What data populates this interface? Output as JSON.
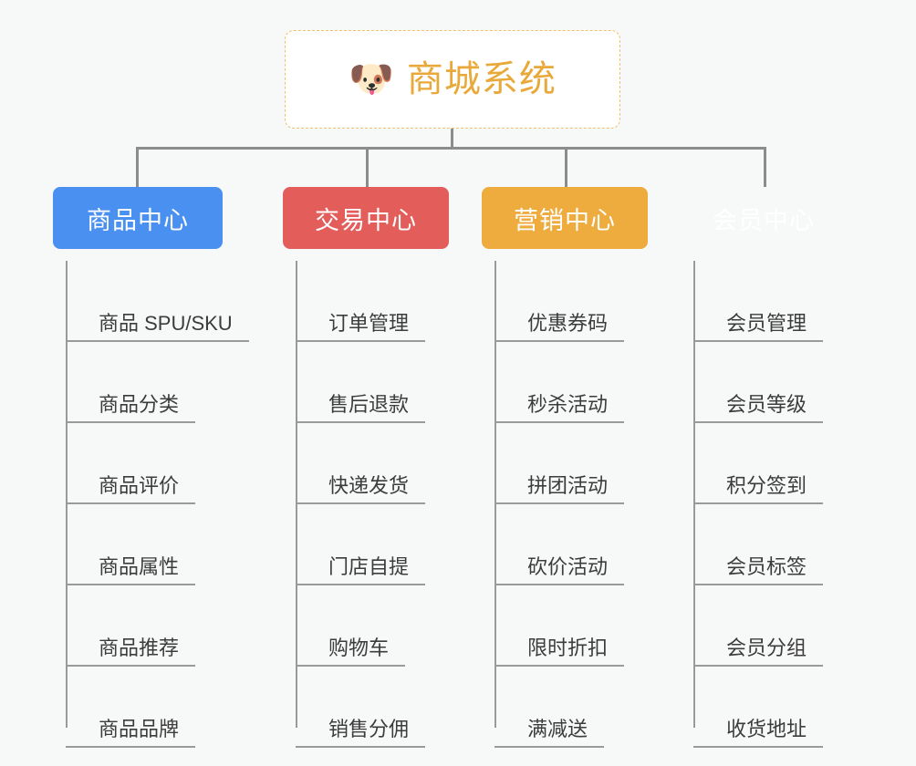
{
  "root": {
    "icon": "shiba-dog-face",
    "emoji": "🐶",
    "title": "商城系统",
    "title_color": "#e8a93a",
    "border_color": "#f0c06a"
  },
  "branches": [
    {
      "title": "商品中心",
      "color": "#4a90f0",
      "items": [
        "商品 SPU/SKU",
        "商品分类",
        "商品评价",
        "商品属性",
        "商品推荐",
        "商品品牌"
      ]
    },
    {
      "title": "交易中心",
      "color": "#e35d5b",
      "items": [
        "订单管理",
        "售后退款",
        "快递发货",
        "门店自提",
        "购物车",
        "销售分佣"
      ]
    },
    {
      "title": "营销中心",
      "color": "#eeab3e",
      "items": [
        "优惠券码",
        "秒杀活动",
        "拼团活动",
        "砍价活动",
        "限时折扣",
        "满减送"
      ]
    },
    {
      "title": "会员中心",
      "color": "#79c council",
      "items": [
        "会员管理",
        "会员等级",
        "积分签到",
        "会员标签",
        "会员分组",
        "收货地址"
      ]
    }
  ],
  "canvas": {
    "background": "#f7f8f8",
    "connector_color": "#8c8c8c",
    "divider_color": "#9a9a9a",
    "label_color": "#3c3c3c"
  }
}
